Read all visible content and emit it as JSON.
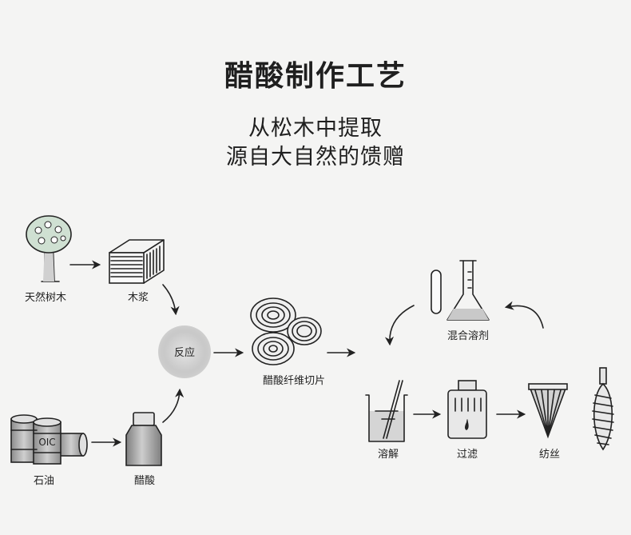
{
  "title": "醋酸制作工艺",
  "subtitle_line1": "从松木中提取",
  "subtitle_line2": "源自大自然的馈赠",
  "nodes": {
    "tree": "天然树木",
    "pulp": "木浆",
    "reaction": "反应",
    "acetate_chips": "醋酸纤维切片",
    "solvent": "混合溶剂",
    "petroleum": "石油",
    "acetic_acid": "醋酸",
    "dissolve": "溶解",
    "filter": "过滤",
    "spinning": "纺丝"
  },
  "barrel_text": "OIC"
}
